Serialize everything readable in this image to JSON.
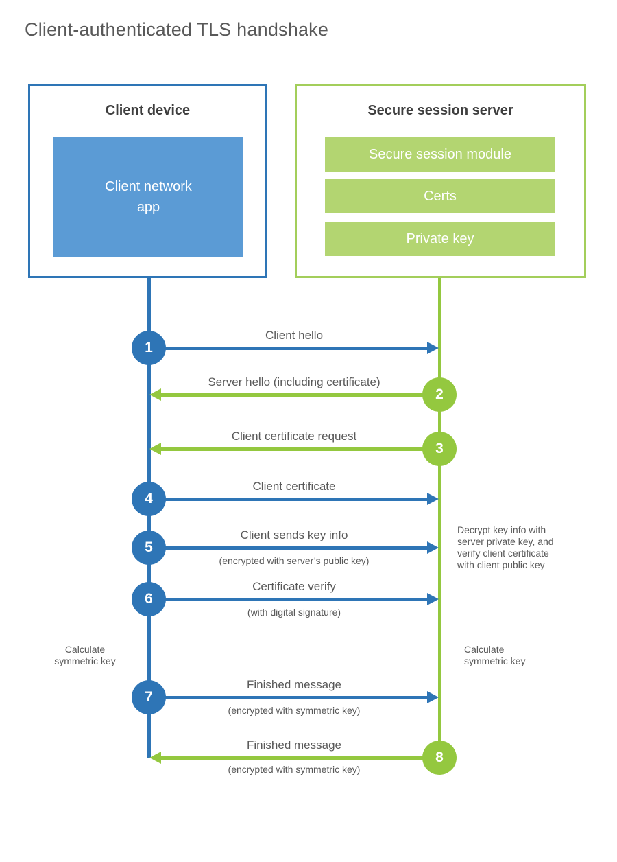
{
  "title": "Client-authenticated TLS handshake",
  "colors": {
    "blue": "#2e75b6",
    "blue_light": "#5b9bd5",
    "green": "#94c83f",
    "green_border": "#a3ce5b",
    "green_light": "#b3d571",
    "text": "#595959"
  },
  "client": {
    "title": "Client device",
    "app_label": "Client network app"
  },
  "server": {
    "title": "Secure session server",
    "modules": [
      "Secure session module",
      "Certs",
      "Private key"
    ]
  },
  "messages": [
    {
      "num": "1",
      "from": "client",
      "to": "server",
      "label": "Client hello",
      "sub": ""
    },
    {
      "num": "2",
      "from": "server",
      "to": "client",
      "label": "Server hello (including certificate)",
      "sub": ""
    },
    {
      "num": "3",
      "from": "server",
      "to": "client",
      "label": "Client certificate request",
      "sub": ""
    },
    {
      "num": "4",
      "from": "client",
      "to": "server",
      "label": "Client certificate",
      "sub": ""
    },
    {
      "num": "5",
      "from": "client",
      "to": "server",
      "label": "Client sends key info",
      "sub": "(encrypted with server’s public key)"
    },
    {
      "num": "6",
      "from": "client",
      "to": "server",
      "label": "Certificate verify",
      "sub": "(with digital signature)"
    },
    {
      "num": "7",
      "from": "client",
      "to": "server",
      "label": "Finished message",
      "sub": "(encrypted with symmetric key)"
    },
    {
      "num": "8",
      "from": "server",
      "to": "client",
      "label": "Finished message",
      "sub": "(encrypted with symmetric key)"
    }
  ],
  "notes": {
    "decrypt": "Decrypt key info with\nserver private key, and\nverify client certificate\nwith client public key",
    "calc_left": "Calculate\nsymmetric key",
    "calc_right": "Calculate\nsymmetric key"
  }
}
